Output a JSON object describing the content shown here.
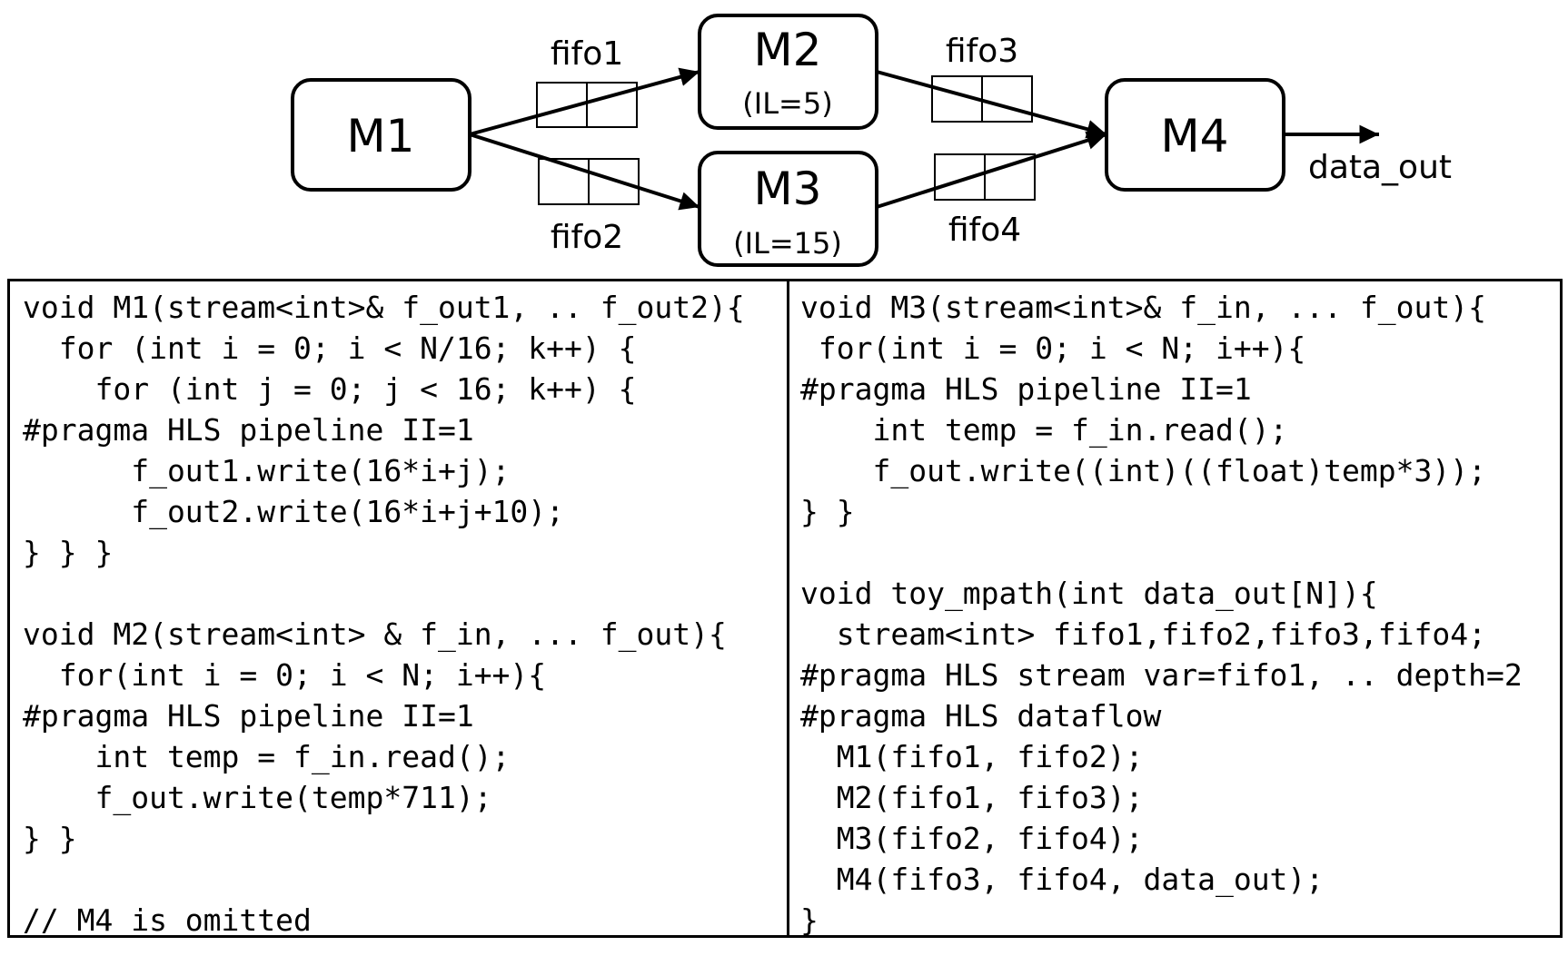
{
  "nodes": {
    "m1": {
      "label": "M1"
    },
    "m2": {
      "label": "M2",
      "sub": "(IL=5)"
    },
    "m3": {
      "label": "M3",
      "sub": "(IL=15)"
    },
    "m4": {
      "label": "M4"
    }
  },
  "fifos": {
    "fifo1": "fifo1",
    "fifo2": "fifo2",
    "fifo3": "fifo3",
    "fifo4": "fifo4"
  },
  "output_label": "data_out",
  "code_left": [
    "void M1(stream<int>& f_out1, .. f_out2){",
    "  for (int i = 0; i < N/16; k++) {",
    "    for (int j = 0; j < 16; k++) {",
    "#pragma HLS pipeline II=1",
    "      f_out1.write(16*i+j);",
    "      f_out2.write(16*i+j+10);",
    "} } }",
    "",
    "void M2(stream<int> & f_in, ... f_out){",
    "  for(int i = 0; i < N; i++){",
    "#pragma HLS pipeline II=1",
    "    int temp = f_in.read();",
    "    f_out.write(temp*711);",
    "} }",
    "",
    "// M4 is omitted"
  ],
  "code_right": [
    "void M3(stream<int>& f_in, ... f_out){",
    " for(int i = 0; i < N; i++){",
    "#pragma HLS pipeline II=1",
    "    int temp = f_in.read();",
    "    f_out.write((int)((float)temp*3));",
    "} }",
    "",
    "void toy_mpath(int data_out[N]){",
    "  stream<int> fifo1,fifo2,fifo3,fifo4;",
    "#pragma HLS stream var=fifo1, .. depth=2",
    "#pragma HLS dataflow",
    "  M1(fifo1, fifo2);",
    "  M2(fifo1, fifo3);",
    "  M3(fifo2, fifo4);",
    "  M4(fifo3, fifo4, data_out);",
    "}"
  ]
}
